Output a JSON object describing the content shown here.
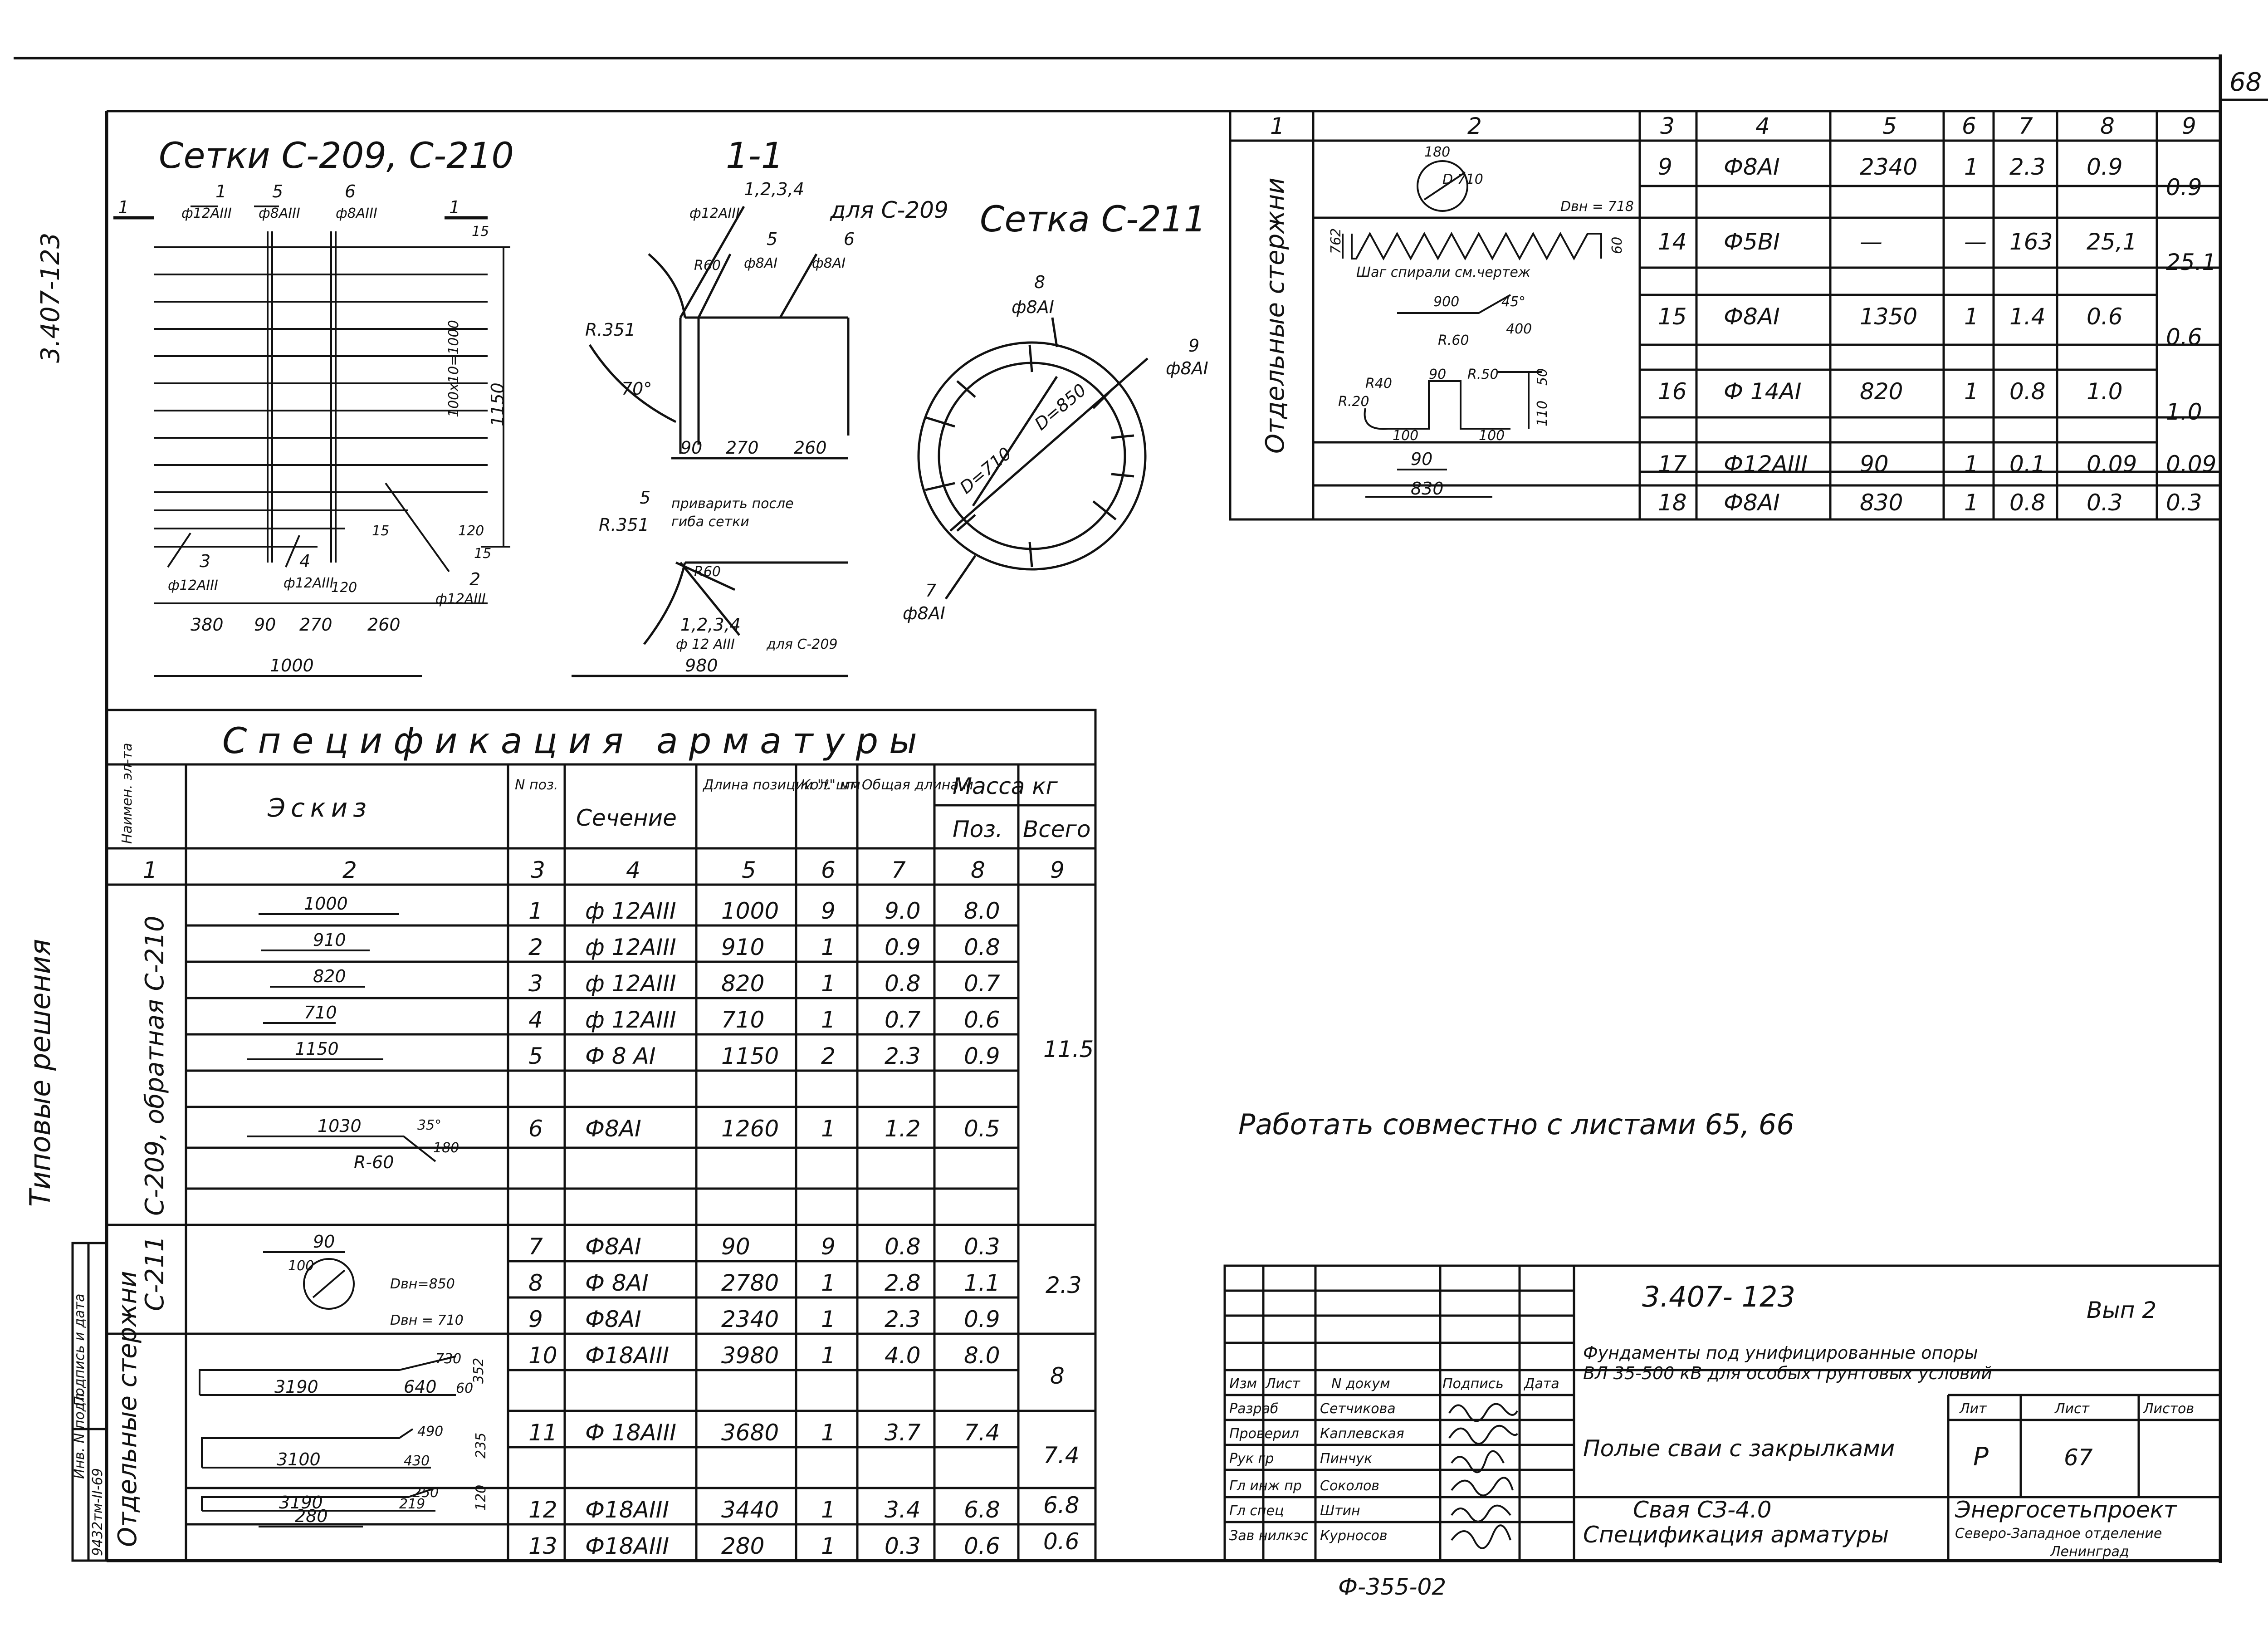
{
  "sheet_number": "68",
  "code_margin": "3.407-123",
  "typical_solutions": "Типовые решения",
  "inv_no_label": "Инв. N подл.",
  "inv_no_value": "9432тм-II-69",
  "signature_date_label": "Подпись и дата",
  "drawings": {
    "meshes_title": "Сетки С-209, С-210",
    "section_title": "1-1",
    "for_c209": "для С-209",
    "mesh_c211_title": "Сетка С-211",
    "cut_marker": "1",
    "weld_note_1": "приварить после",
    "weld_note_2": "гиба сетки",
    "labels": {
      "p1": "1",
      "p5": "5",
      "p6": "6",
      "p3": "3",
      "p4": "4",
      "p2": "2",
      "p7": "7",
      "p8": "8",
      "p9": "9",
      "p1234": "1,2,3,4",
      "d12a3": "ф12АIII",
      "d8a3": "ф8АIII",
      "d8a1": "ф8АI",
      "d12a3_b": "ф 12 АIII",
      "dim_15a": "15",
      "dim_100x10": "100х10=1000",
      "dim_1150": "1150",
      "dim_120": "120",
      "dim_15b": "15",
      "dim_15c": "15",
      "dim_380": "380",
      "dim_90": "90",
      "dim_270": "270",
      "dim_260": "260",
      "dim_1000": "1000",
      "dim_120b": "120",
      "r351": "R.351",
      "r60": "R60",
      "deg70": "70°",
      "dim_980": "980",
      "d710": "D=710",
      "d850": "D=850"
    }
  },
  "spec": {
    "title": "Спецификация арматуры",
    "headers": {
      "name": "Наимен. эл-та",
      "sketch": "Эскиз",
      "pos": "N поз.",
      "section": "Сечение",
      "length": "Длина позиции \"ℓ\" мм",
      "qty": "Кол. шт.",
      "total_len": "Общая длина м",
      "mass": "Масса кг",
      "mass_pos": "Поз.",
      "mass_total": "Всего"
    },
    "colnums": [
      "1",
      "2",
      "3",
      "4",
      "5",
      "6",
      "7",
      "8",
      "9"
    ],
    "groups": {
      "g1": "С-209, обратная С-210",
      "g2": "С-211",
      "g3": "Отдельные стержни"
    },
    "rows": [
      {
        "sketch": "1000",
        "pos": "1",
        "section": "ф 12АIII",
        "length": "1000",
        "qty": "9",
        "tlen": "9.0",
        "mpos": "8.0"
      },
      {
        "sketch": "910",
        "pos": "2",
        "section": "ф 12АIII",
        "length": "910",
        "qty": "1",
        "tlen": "0.9",
        "mpos": "0.8"
      },
      {
        "sketch": "820",
        "pos": "3",
        "section": "ф 12АIII",
        "length": "820",
        "qty": "1",
        "tlen": "0.8",
        "mpos": "0.7"
      },
      {
        "sketch": "710",
        "pos": "4",
        "section": "ф 12АIII",
        "length": "710",
        "qty": "1",
        "tlen": "0.7",
        "mpos": "0.6"
      },
      {
        "sketch": "1150",
        "pos": "5",
        "section": "Ф 8 АI",
        "length": "1150",
        "qty": "2",
        "tlen": "2.3",
        "mpos": "0.9"
      },
      {
        "sketch": "1030",
        "sketch2": "R-60",
        "sketch3": "180",
        "sketch4": "35°",
        "pos": "6",
        "section": "Ф8АI",
        "length": "1260",
        "qty": "1",
        "tlen": "1.2",
        "mpos": "0.5"
      },
      {
        "sketch": "90",
        "pos": "7",
        "section": "Ф8АI",
        "length": "90",
        "qty": "9",
        "tlen": "0.8",
        "mpos": "0.3"
      },
      {
        "sketch": "Dвн=850",
        "sketch2": "100",
        "pos": "8",
        "section": "Ф 8АI",
        "length": "2780",
        "qty": "1",
        "tlen": "2.8",
        "mpos": "1.1"
      },
      {
        "sketch": "Dвн = 710",
        "pos": "9",
        "section": "Ф8АI",
        "length": "2340",
        "qty": "1",
        "tlen": "2.3",
        "mpos": "0.9"
      },
      {
        "sketch": "3190",
        "sketch2": "640",
        "sketch3": "730",
        "sketch4": "352",
        "sketch5": "60",
        "pos": "10",
        "section": "Ф18АIII",
        "length": "3980",
        "qty": "1",
        "tlen": "4.0",
        "mpos": "8.0"
      },
      {
        "sketch": "3100",
        "sketch2": "430",
        "sketch3": "490",
        "sketch4": "235",
        "pos": "11",
        "section": "Ф 18АIII",
        "length": "3680",
        "qty": "1",
        "tlen": "3.7",
        "mpos": "7.4"
      },
      {
        "sketch": "3190",
        "sketch2": "219",
        "sketch3": "250",
        "sketch4": "120",
        "pos": "12",
        "section": "Ф18АIII",
        "length": "3440",
        "qty": "1",
        "tlen": "3.4",
        "mpos": "6.8"
      },
      {
        "sketch": "280",
        "pos": "13",
        "section": "Ф18АIII",
        "length": "280",
        "qty": "1",
        "tlen": "0.3",
        "mpos": "0.6"
      }
    ],
    "totals": {
      "g1": "11.5",
      "g2": "2.3",
      "r10": "8",
      "r11": "7.4",
      "r12": "6.8",
      "r13": "0.6"
    }
  },
  "top_table": {
    "colnums": [
      "1",
      "2",
      "3",
      "4",
      "5",
      "6",
      "7",
      "8",
      "9"
    ],
    "group": "Отдельные стержни",
    "rows": [
      {
        "pos": "9",
        "section": "Ф8АI",
        "length": "2340",
        "qty": "1",
        "tlen": "2.3",
        "mpos": "0.9",
        "total": "0.9"
      },
      {
        "pos": "14",
        "section": "Ф5ВI",
        "length": "—",
        "qty": "—",
        "tlen": "163",
        "mpos": "25,1",
        "total": "25.1"
      },
      {
        "pos": "15",
        "section": "Ф8АI",
        "length": "1350",
        "qty": "1",
        "tlen": "1.4",
        "mpos": "0.6",
        "total": "0.6"
      },
      {
        "pos": "16",
        "section": "Ф 14АI",
        "length": "820",
        "qty": "1",
        "tlen": "0.8",
        "mpos": "1.0",
        "total": "1.0"
      },
      {
        "pos": "17",
        "section": "Ф12АIII",
        "length": "90",
        "qty": "1",
        "tlen": "0.1",
        "mpos": "0.09",
        "total": "0.09"
      },
      {
        "pos": "18",
        "section": "Ф8АI",
        "length": "830",
        "qty": "1",
        "tlen": "0.8",
        "mpos": "0.3",
        "total": "0.3"
      }
    ],
    "sketch_labels": {
      "d710": "D 710",
      "dvn718": "Dвн = 718",
      "s180": "180",
      "s762": "762",
      "s60": "60",
      "spiral_note": "Шаг спирали см.чертеж",
      "s900": "900",
      "s400": "400",
      "s45": "45°",
      "r60": "R.60",
      "r40": "R40",
      "r20": "R.20",
      "s90a": "90",
      "r50": "R.50",
      "s110": "110",
      "s50": "50",
      "s100": "100",
      "s90b": "90",
      "s830": "830"
    }
  },
  "note": "Работать совместно с листами   65, 66",
  "stamp": {
    "doc_code": "3.407- 123",
    "issue": "Вып 2",
    "project_title_1": "Фундаменты под унифицированные опоры",
    "project_title_2": "ВЛ 35-500 кВ для особых грунтовых условий",
    "col_izm": "Изм",
    "col_list": "Лист",
    "col_ndoc": "N докум",
    "col_podp": "Подпись",
    "col_data": "Дата",
    "roles": [
      {
        "role": "Разраб",
        "name": "Сетчикова"
      },
      {
        "role": "Проверил",
        "name": "Каплевская"
      },
      {
        "role": "Рук гр",
        "name": "Пинчук"
      },
      {
        "role": "Гл инж пр",
        "name": "Соколов"
      },
      {
        "role": "Гл спец",
        "name": "Штин"
      },
      {
        "role": "Зав нилкэс",
        "name": "Курносов"
      }
    ],
    "sheet_title": "Полые сваи с закрылками",
    "lit_label": "Лит",
    "sheet_label": "Лист",
    "sheets_label": "Листов",
    "lit_value": "Р",
    "sheet_value": "67",
    "sub_title_1": "Свая СЗ-4.0",
    "sub_title_2": "Спецификация арматуры",
    "org_1": "Энергосетьпроект",
    "org_2": "Северо-Западное отделение",
    "org_3": "Ленинград"
  },
  "format_code": "Ф-355-02"
}
